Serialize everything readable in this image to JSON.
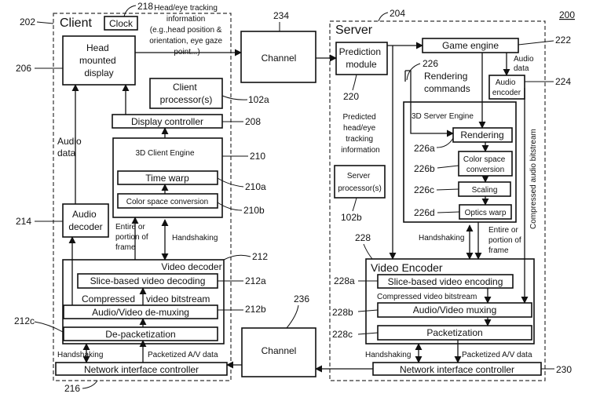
{
  "figure_number": "200",
  "client": {
    "title": "Client",
    "container_ref": "202",
    "clock": "Clock",
    "clock_ref": "218",
    "hmd": [
      "Head",
      "mounted",
      "display"
    ],
    "hmd_ref": "206",
    "tracking_info": [
      "Head/eye tracking",
      "information",
      "(e.g.,head position &",
      "orientation, eye gaze",
      "point...)"
    ],
    "client_processor": [
      "Client",
      "processor(s)"
    ],
    "client_processor_ref": "102a",
    "display_controller": "Display controller",
    "display_controller_ref": "208",
    "audio_data": [
      "Audio",
      "data"
    ],
    "engine_title": "3D Client Engine",
    "engine_ref": "210",
    "time_warp": "Time warp",
    "time_warp_ref": "210a",
    "color_space": "Color space conversion",
    "color_space_ref": "210b",
    "audio_decoder": [
      "Audio",
      "decoder"
    ],
    "audio_decoder_ref": "214",
    "frame_note": [
      "Entire or",
      "portion of",
      "frame"
    ],
    "handshaking": "Handshaking",
    "video_decoder": "Video decoder",
    "video_decoder_ref": "212",
    "slice_decoding": "Slice-based video decoding",
    "slice_decoding_ref": "212a",
    "compressed_left": "Compressed",
    "compressed_right": "video bitstream",
    "demux": "Audio/Video de-muxing",
    "demux_ref": "212b",
    "depacketization": "De-packetization",
    "depacketization_ref": "212c",
    "bottom_handshaking": "Handshaking",
    "packetized": "Packetized A/V data",
    "nic": "Network interface controller",
    "nic_ref": "216"
  },
  "channel_top": {
    "label": "Channel",
    "ref": "234"
  },
  "channel_bottom": {
    "label": "Channel",
    "ref": "236"
  },
  "server": {
    "title": "Server",
    "container_ref": "204",
    "prediction": [
      "Prediction",
      "module"
    ],
    "prediction_ref": "220",
    "game_engine": "Game engine",
    "game_engine_ref": "222",
    "audio_data": [
      "Audio",
      "data"
    ],
    "audio_encoder": [
      "Audio",
      "encoder"
    ],
    "audio_encoder_ref": "224",
    "rendering_commands": [
      "Rendering",
      "commands"
    ],
    "rendering_commands_ref": "226",
    "predicted_info": [
      "Predicted",
      "head/eye",
      "tracking",
      "information"
    ],
    "engine_title": "3D Server Engine",
    "rendering": "Rendering",
    "rendering_ref": "226a",
    "color_space": [
      "Color space",
      "conversion"
    ],
    "color_space_ref": "226b",
    "scaling": "Scaling",
    "scaling_ref": "226c",
    "optics_warp": "Optics warp",
    "optics_warp_ref": "226d",
    "server_processor": [
      "Server",
      "processor(s)"
    ],
    "server_processor_ref": "102b",
    "compressed_audio": "Compressed audio bitstream",
    "handshaking": "Handshaking",
    "frame_note": [
      "Entire or",
      "portion of",
      "frame"
    ],
    "video_encoder": "Video Encoder",
    "video_encoder_ref": "228",
    "slice_encoding": "Slice-based video encoding",
    "slice_encoding_ref": "228a",
    "compressed_video": "Compressed video bitstream",
    "muxing": "Audio/Video muxing",
    "muxing_ref": "228b",
    "packetization": "Packetization",
    "packetization_ref": "228c",
    "bottom_handshaking": "Handshaking",
    "packetized": "Packetized A/V data",
    "nic": "Network interface controller",
    "nic_ref": "230"
  }
}
